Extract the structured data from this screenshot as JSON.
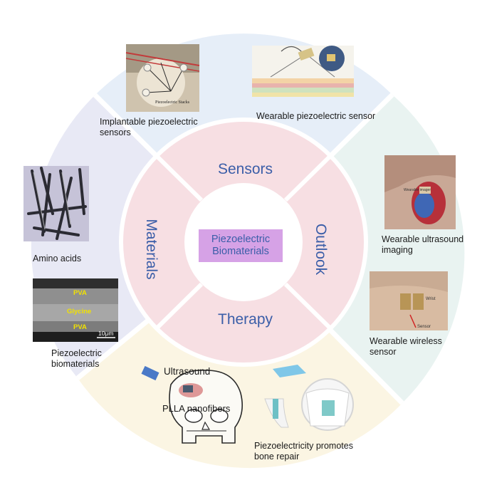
{
  "center": {
    "line1": "Piezoelectric",
    "line2": "Biomaterials"
  },
  "inner_ring": {
    "top": "Sensors",
    "left": "Materials",
    "right": "Outlook",
    "bottom": "Therapy"
  },
  "outer_labels": {
    "implantable": {
      "line1": "Implantable piezoelectric",
      "line2": "sensors"
    },
    "wearable_sensor": "Wearable piezoelectric sensor",
    "amino_acids": "Amino acids",
    "piezo_biomaterials": {
      "line1": "Piezoelectric",
      "line2": "biomaterials"
    },
    "ultrasound_imaging": {
      "line1": "Wearable ultrasound",
      "line2": "imaging"
    },
    "wireless_sensor": {
      "line1": "Wearable wireless",
      "line2": "sensor"
    },
    "bone_repair": {
      "line1": "Piezoelectricity promotes",
      "line2": "bone repair"
    }
  },
  "image_text": {
    "piezo_stacks": "Piezoelectric Stacks",
    "pva_top": "PVA",
    "glycine": "Glycine",
    "pva_bottom": "PVA",
    "scale": "10μm",
    "wrist": "Wrist",
    "sensor": "Sensor",
    "ultrasound": "Ultrasound",
    "plla": "PLLA nanofibers"
  },
  "colors": {
    "sensors_sector": "#e6eef8",
    "materials_sector": "#e8e9f5",
    "outlook_sector": "#e9f3f1",
    "therapy_sector": "#fbf5e3",
    "inner_ring": "#f7dfe3",
    "center_box": "#d6a2e6",
    "ring_text": "#3b5ea8"
  }
}
